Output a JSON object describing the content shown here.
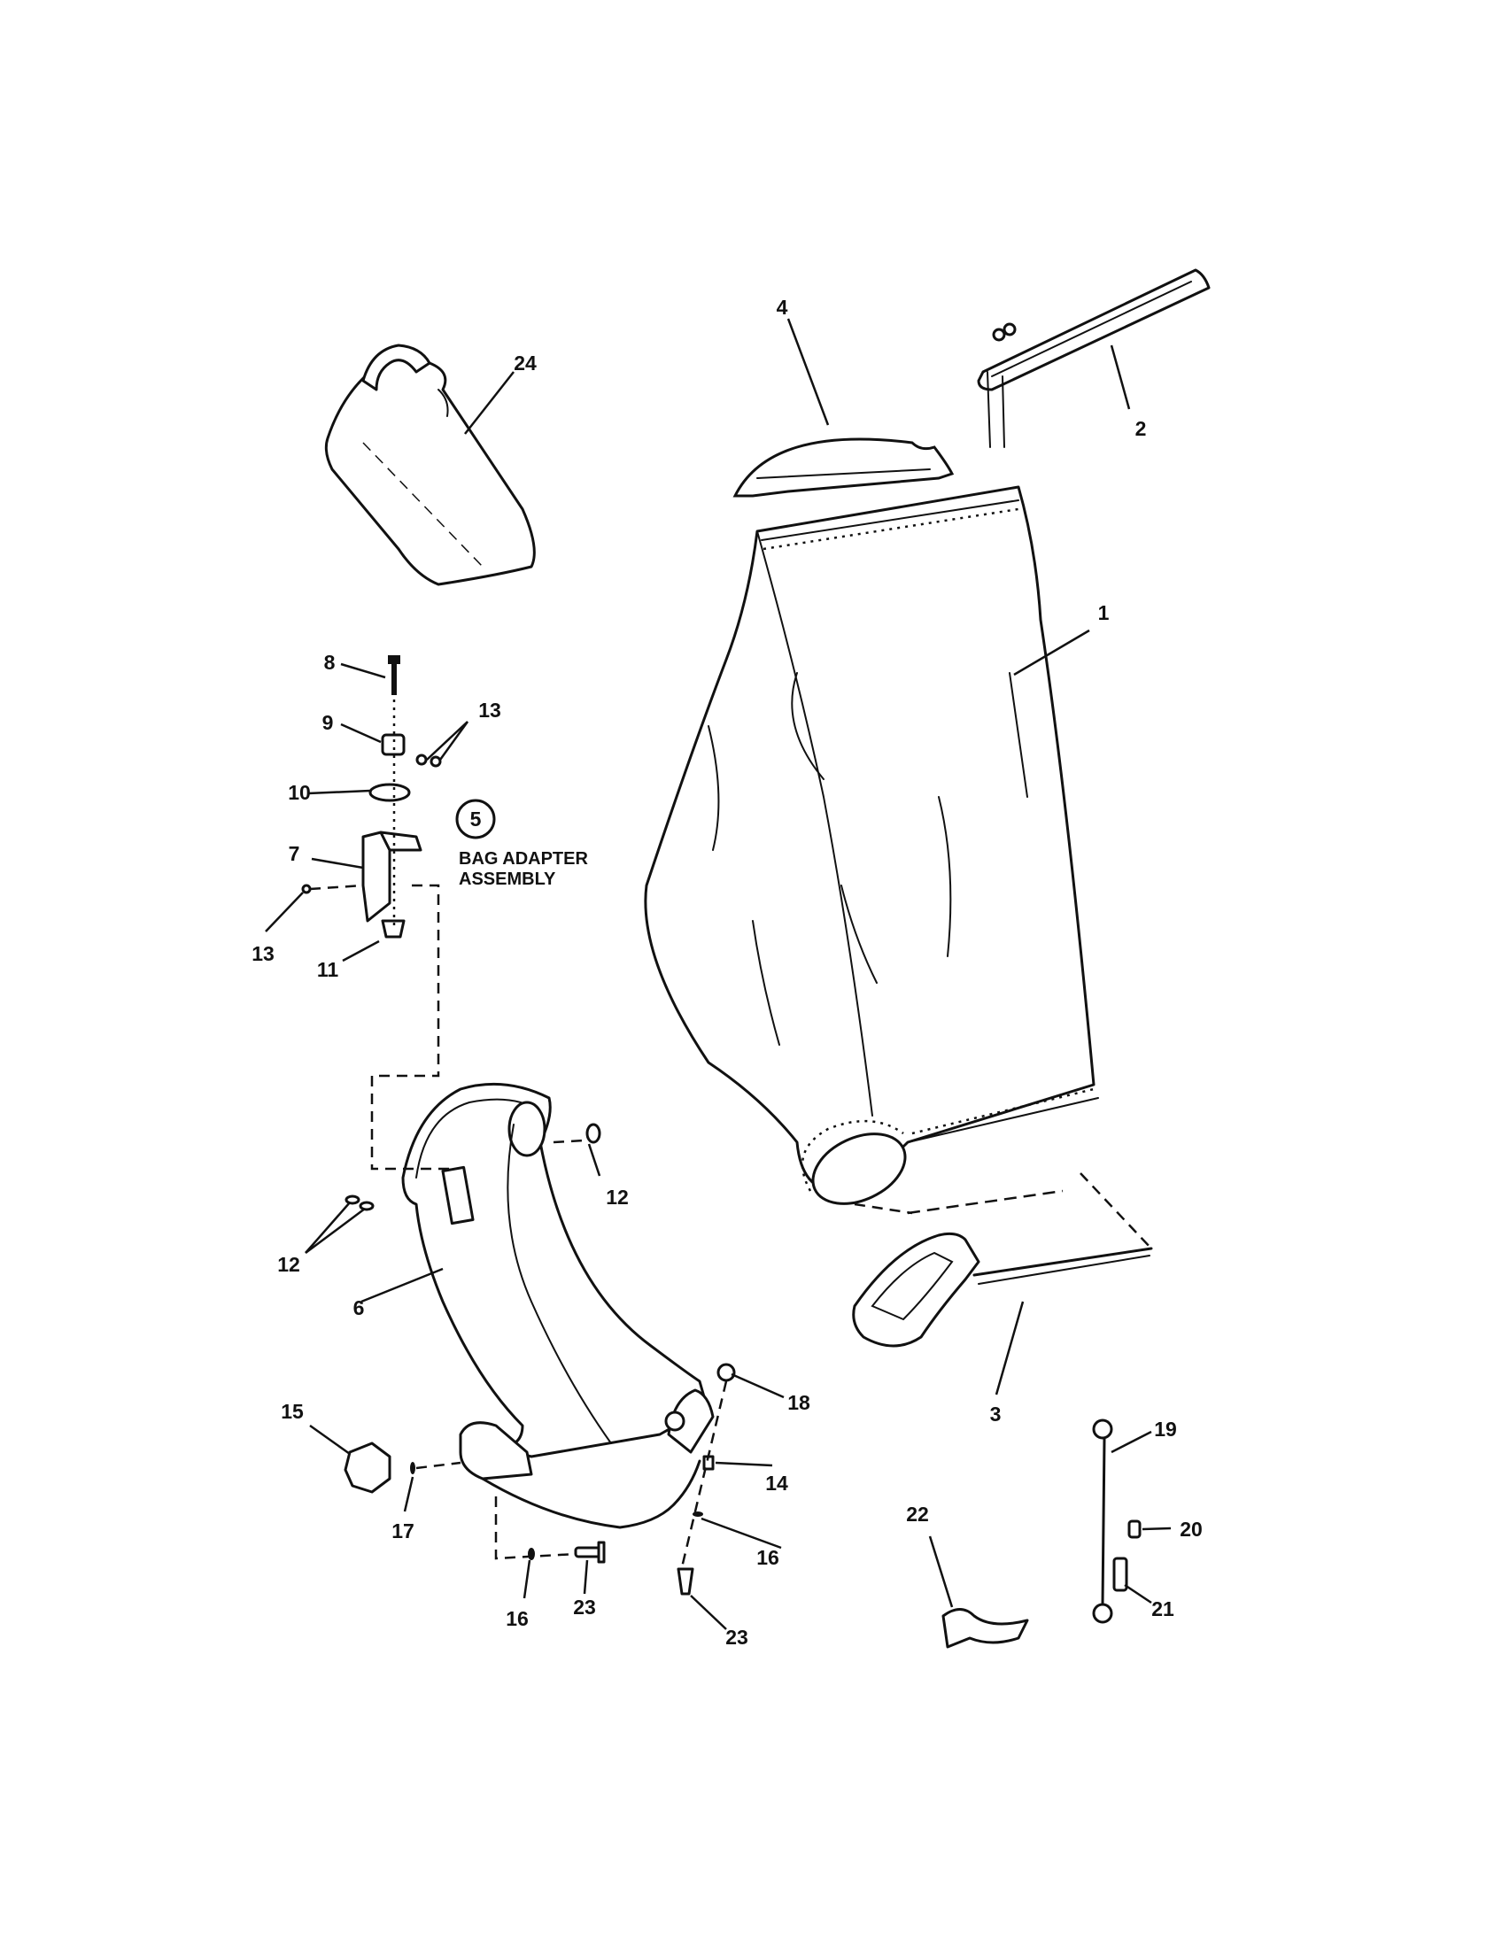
{
  "callouts": {
    "c1": "1",
    "c2": "2",
    "c3": "3",
    "c4": "4",
    "c5": "5",
    "c6": "6",
    "c7": "7",
    "c8": "8",
    "c9": "9",
    "c10": "10",
    "c11": "11",
    "c12a": "12",
    "c12b": "12",
    "c13a": "13",
    "c13b": "13",
    "c14": "14",
    "c15": "15",
    "c16a": "16",
    "c16b": "16",
    "c17": "17",
    "c18": "18",
    "c19": "19",
    "c20": "20",
    "c21": "21",
    "c22": "22",
    "c23a": "23",
    "c23b": "23",
    "c24": "24"
  },
  "assembly_note": {
    "line1": "BAG ADAPTER",
    "line2": "ASSEMBLY"
  }
}
